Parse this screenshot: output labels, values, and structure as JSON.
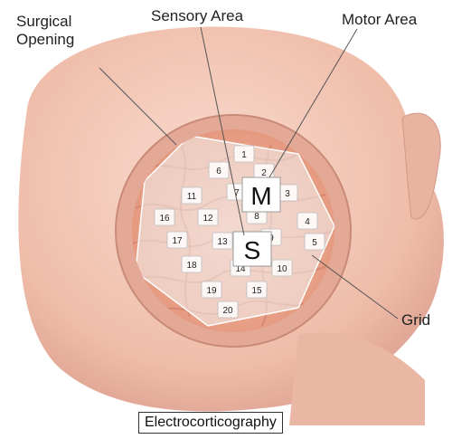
{
  "labels": {
    "surgical_opening": "Surgical\nOpening",
    "sensory_area": "Sensory Area",
    "motor_area": "Motor Area",
    "grid": "Grid"
  },
  "caption": "Electrocorticography",
  "grid": {
    "motor_marker": "M",
    "sensory_marker": "S",
    "electrodes": [
      "1",
      "2",
      "3",
      "4",
      "5",
      "6",
      "7",
      "8",
      "9",
      "10",
      "11",
      "12",
      "13",
      "14",
      "15",
      "16",
      "17",
      "18",
      "19",
      "20"
    ]
  },
  "colors": {
    "skin": "#f2c4b4",
    "skin_shadow": "#d99a8a",
    "brain": "#eaa58c",
    "grid_sheet": "#f4f4f4",
    "leader_line": "#555555"
  }
}
